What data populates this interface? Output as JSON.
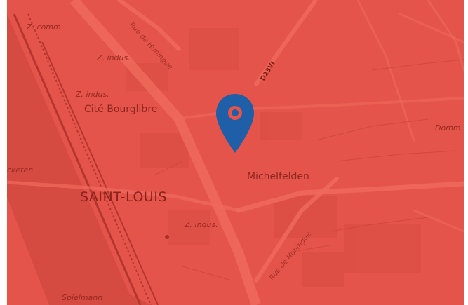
{
  "map": {
    "background_color": "#e4544a",
    "marker_color": "#1f5fa8",
    "labels": {
      "z_comm": "Z. comm.",
      "z_indus_top": "Z. indus.",
      "z_indus_left": "Z. indus.",
      "cite_bourglibre": "Cité Bourglibre",
      "michelfelden": "Michelfelden",
      "saint_louis": "SAINT-LOUIS",
      "z_indus_bottom": "Z. indus.",
      "ecketen": "cketen",
      "domm": "Domm",
      "spielmann": "Spielmann",
      "route_d23": "D23VI",
      "road_top": "Rue de Huningue",
      "road_bottom": "Rue de Huningue"
    },
    "marker_icon": "map-pin-icon"
  }
}
